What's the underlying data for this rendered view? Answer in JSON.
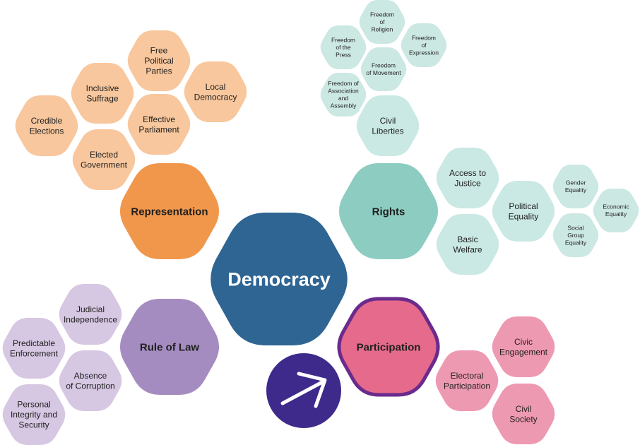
{
  "colors": {
    "representation_main": "#f0974c",
    "representation_sub": "#f8c79d",
    "rights_main": "#8dcdc1",
    "rights_sub": "#cbe9e4",
    "rights_subsub": "#cce8e3",
    "rule_main": "#a58cc0",
    "rule_sub": "#d6c7e2",
    "participation_main": "#e66a8b",
    "participation_ring": "#6a2b8c",
    "participation_sub": "#ee99b2",
    "center": "#2f6593",
    "logo_circle": "#3d2a8a",
    "text_dark": "#1f1f1f",
    "text_light": "#ffffff"
  },
  "center": {
    "label": "Democracy"
  },
  "logo": {
    "icon": "arrow-up-right-icon"
  },
  "categories": {
    "representation": {
      "label": "Representation",
      "items": {
        "credible_elections": [
          "Credible",
          "Elections"
        ],
        "inclusive_suffrage": [
          "Inclusive",
          "Suffrage"
        ],
        "free_political_parties": [
          "Free",
          "Political",
          "Parties"
        ],
        "local_democracy": [
          "Local",
          "Democracy"
        ],
        "effective_parliament": [
          "Effective",
          "Parliament"
        ],
        "elected_government": [
          "Elected",
          "Government"
        ]
      }
    },
    "rights": {
      "label": "Rights",
      "civil_liberties": {
        "label": [
          "Civil",
          "Liberties"
        ],
        "items": {
          "freedom_of_religion": [
            "Freedom",
            "of",
            "Religion"
          ],
          "freedom_of_the_press": [
            "Freedom",
            "of the",
            "Press"
          ],
          "freedom_of_expression": [
            "Freedom",
            "of",
            "Expression"
          ],
          "freedom_of_movement": [
            "Freedom",
            "of Movement"
          ],
          "freedom_of_association": [
            "Freedom of",
            "Association",
            "and",
            "Assembly"
          ]
        }
      },
      "access_to_justice": [
        "Access to",
        "Justice"
      ],
      "basic_welfare": [
        "Basic",
        "Welfare"
      ],
      "political_equality": {
        "label": [
          "Political",
          "Equality"
        ],
        "items": {
          "gender_equality": [
            "Gender",
            "Equality"
          ],
          "economic_equality": [
            "Economic",
            "Equality"
          ],
          "social_group_equality": [
            "Social",
            "Group",
            "Equality"
          ]
        }
      }
    },
    "rule_of_law": {
      "label": "Rule of Law",
      "items": {
        "judicial_independence": [
          "Judicial",
          "Independence"
        ],
        "predictable_enforcement": [
          "Predictable",
          "Enforcement"
        ],
        "absence_of_corruption": [
          "Absence",
          "of Corruption"
        ],
        "personal_integrity": [
          "Personal",
          "Integrity and",
          "Security"
        ]
      }
    },
    "participation": {
      "label": "Participation",
      "items": {
        "civic_engagement": [
          "Civic",
          "Engagement"
        ],
        "electoral_participation": [
          "Electoral",
          "Participation"
        ],
        "civil_society": [
          "Civil",
          "Society"
        ]
      }
    }
  }
}
